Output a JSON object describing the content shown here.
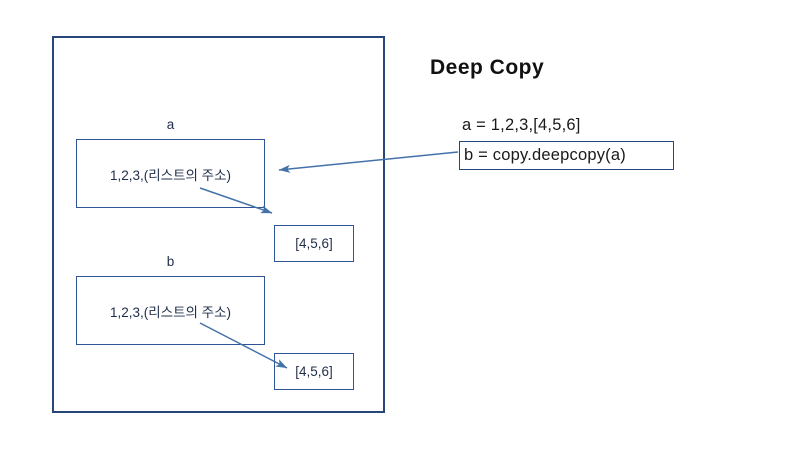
{
  "slide": {
    "title": "Deep Copy",
    "background_color": "#ffffff",
    "frame_border_color": "#27477b",
    "box_border_color": "#2f5596",
    "arrow_color": "#4472a8",
    "text_color": "#1f2d4a"
  },
  "code": {
    "line_a": "a  =  1,2,3,[4,5,6]",
    "line_b": "b  =  copy.deepcopy(a)"
  },
  "diagram": {
    "variables": [
      {
        "label": "a",
        "content": "1,2,3,(리스트의 주소)",
        "list_box": "[4,5,6]"
      },
      {
        "label": "b",
        "content": "1,2,3,(리스트의 주소)",
        "list_box": "[4,5,6]"
      }
    ]
  },
  "arrows": [
    {
      "name": "code-to-variable-a",
      "from": "b = copy.deepcopy(a) box",
      "to": "variable a box"
    },
    {
      "name": "variable-a-to-list-1",
      "from": "variable a box",
      "to": "[4,5,6] list box 1"
    },
    {
      "name": "variable-b-to-list-2",
      "from": "variable b box",
      "to": "[4,5,6] list box 2"
    }
  ]
}
